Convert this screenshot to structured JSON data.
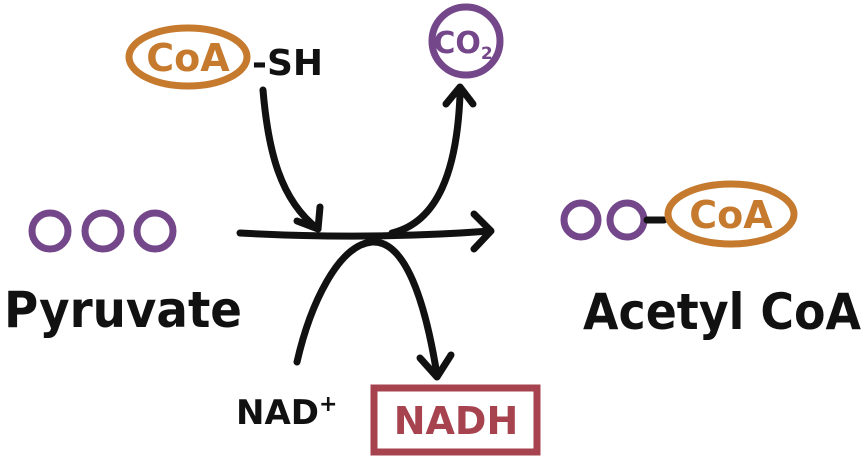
{
  "coa_top": {
    "label": "CoA",
    "suffix": "-SH"
  },
  "co2": {
    "main": "CO",
    "sub": "2"
  },
  "pyruvate": {
    "label": "Pyruvate",
    "carbon_count": 3
  },
  "acetyl_coa": {
    "label": "Acetyl CoA",
    "carbon_count": 2,
    "coa_label": "CoA"
  },
  "nad_plus": {
    "label": "NAD",
    "sup": "+"
  },
  "nadh": {
    "label": "NADH"
  },
  "colors": {
    "coa": "#c57a2e",
    "co2": "#74468a",
    "carbon": "#74468a",
    "nadh": "#a6434f",
    "ink": "#111111"
  }
}
